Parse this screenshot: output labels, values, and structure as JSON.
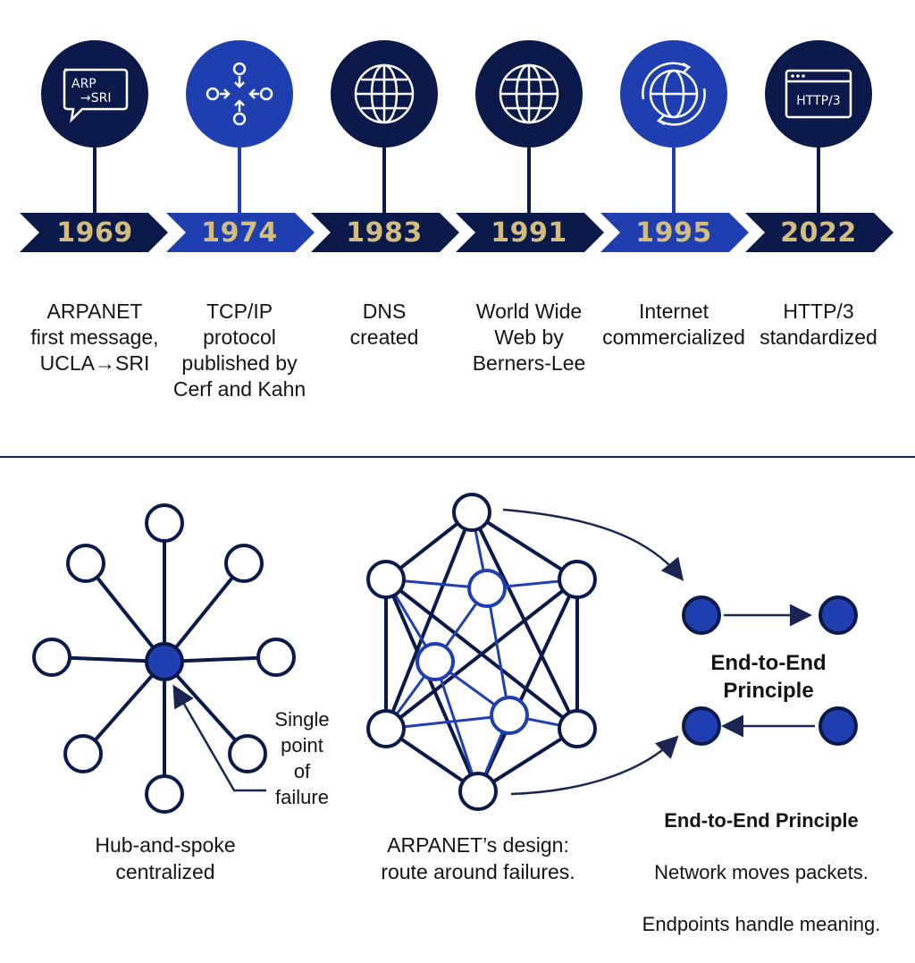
{
  "timeline": {
    "milestones": [
      {
        "year": "1969",
        "caption": "ARPANET\nfirst message,\nUCLA→SRI",
        "icon": "message-bubble-icon",
        "icon_text_line1": "ARP",
        "icon_text_line2": "→SRI",
        "accent": "#0b1a4a"
      },
      {
        "year": "1974",
        "caption": "TCP/IP\nprotocol\npublished by\nCerf and Kahn",
        "icon": "protocol-arrows-icon",
        "accent": "#1f3fb0"
      },
      {
        "year": "1983",
        "caption": "DNS\ncreated",
        "icon": "globe-icon",
        "accent": "#0b1a4a"
      },
      {
        "year": "1991",
        "caption": "World Wide\nWeb by\nBerners-Lee",
        "icon": "globe-icon",
        "accent": "#0b1a4a"
      },
      {
        "year": "1995",
        "caption": "Internet\ncommercialized",
        "icon": "globe-exchange-icon",
        "accent": "#1f3fb0"
      },
      {
        "year": "2022",
        "caption": "HTTP/3\nstandardized",
        "icon": "browser-window-icon",
        "icon_text": "HTTP/3",
        "accent": "#0b1a4a"
      }
    ]
  },
  "diagrams": {
    "hub": {
      "annotation": "Single\npoint\nof\nfailure",
      "caption": "Hub-and-spoke\ncentralized"
    },
    "mesh": {
      "caption": "ARPANET’s design:\nroute around failures."
    },
    "end_to_end": {
      "title": "End-to-End\nPrinciple",
      "caption_title": "End-to-End Principle",
      "caption_line1": "Network moves packets.",
      "caption_line2": "Endpoints handle meaning."
    }
  },
  "colors": {
    "navy": "#0b1a4a",
    "royal_blue": "#1f3fb0",
    "gold": "#d2bc80",
    "node_fill": "#ffffff"
  }
}
